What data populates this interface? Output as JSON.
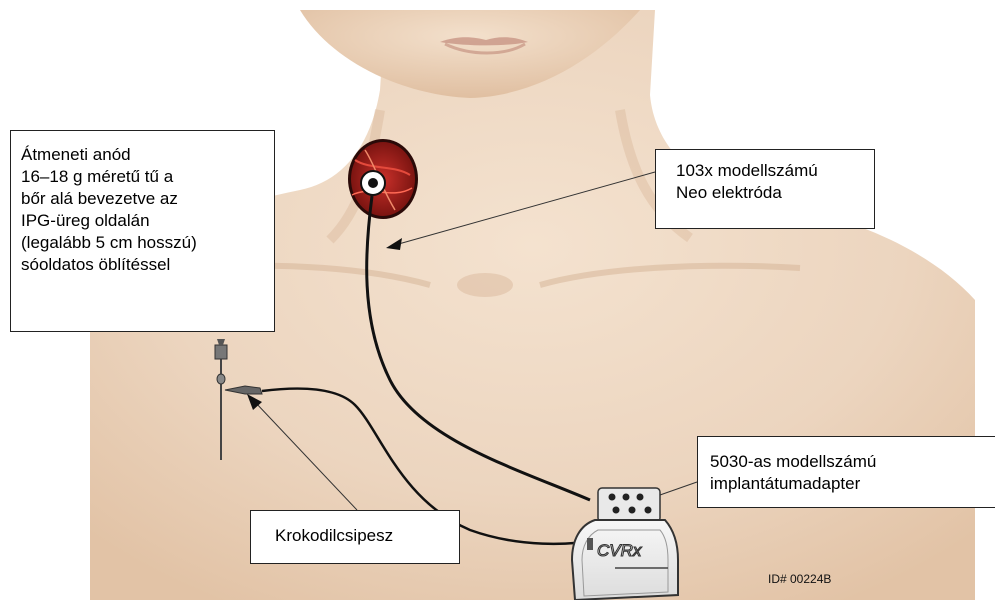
{
  "callouts": {
    "anode": {
      "lines": [
        "Átmeneti anód",
        "16–18 g méretű tű a",
        "bőr alá bevezetve az",
        "IPG-üreg oldalán",
        "(legalább 5 cm hosszú)",
        "sóoldatos öblítéssel"
      ]
    },
    "lead": {
      "lines": [
        "103x modellszámú",
        "Neo elektróda"
      ]
    },
    "adapter": {
      "lines": [
        "5030-as modellszámú",
        "implantátumadapter"
      ]
    },
    "clip": {
      "label": "Krokodilcsipesz"
    }
  },
  "device": {
    "logo": "CVRx"
  },
  "doc_id": "ID# 00224B",
  "colors": {
    "skin": "#ecd5bf",
    "skin_shadow": "#d8b79a",
    "electrode_red": "#a8201c",
    "lead_wire": "#111111"
  }
}
